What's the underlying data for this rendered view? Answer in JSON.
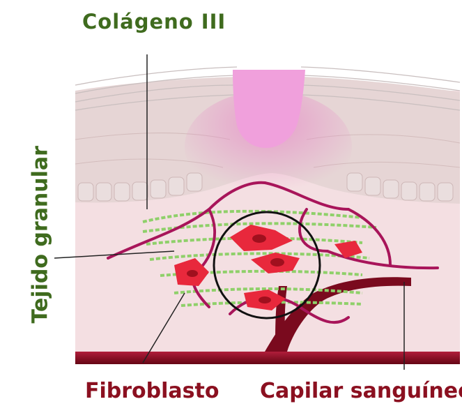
{
  "labels": {
    "collagen": "Colágeno III",
    "granular_tissue": "Tejido granular",
    "fibroblast": "Fibroblasto",
    "capillary": "Capilar sanguíneo"
  },
  "colors": {
    "collagen_label": "#3f6b1e",
    "granular_label": "#3f6b1e",
    "fibroblast_label": "#8b1020",
    "capillary_label": "#8b1020",
    "wound_plug": "#f0a0dc",
    "epidermis": "#e8d8d8",
    "dermis": "#f3dcdf",
    "vessel": "#7a0a1e",
    "capillary_loops": "#a8155a",
    "collagen_fibers": "#8fd06a",
    "fibroblast_cells": "#e8283c"
  }
}
